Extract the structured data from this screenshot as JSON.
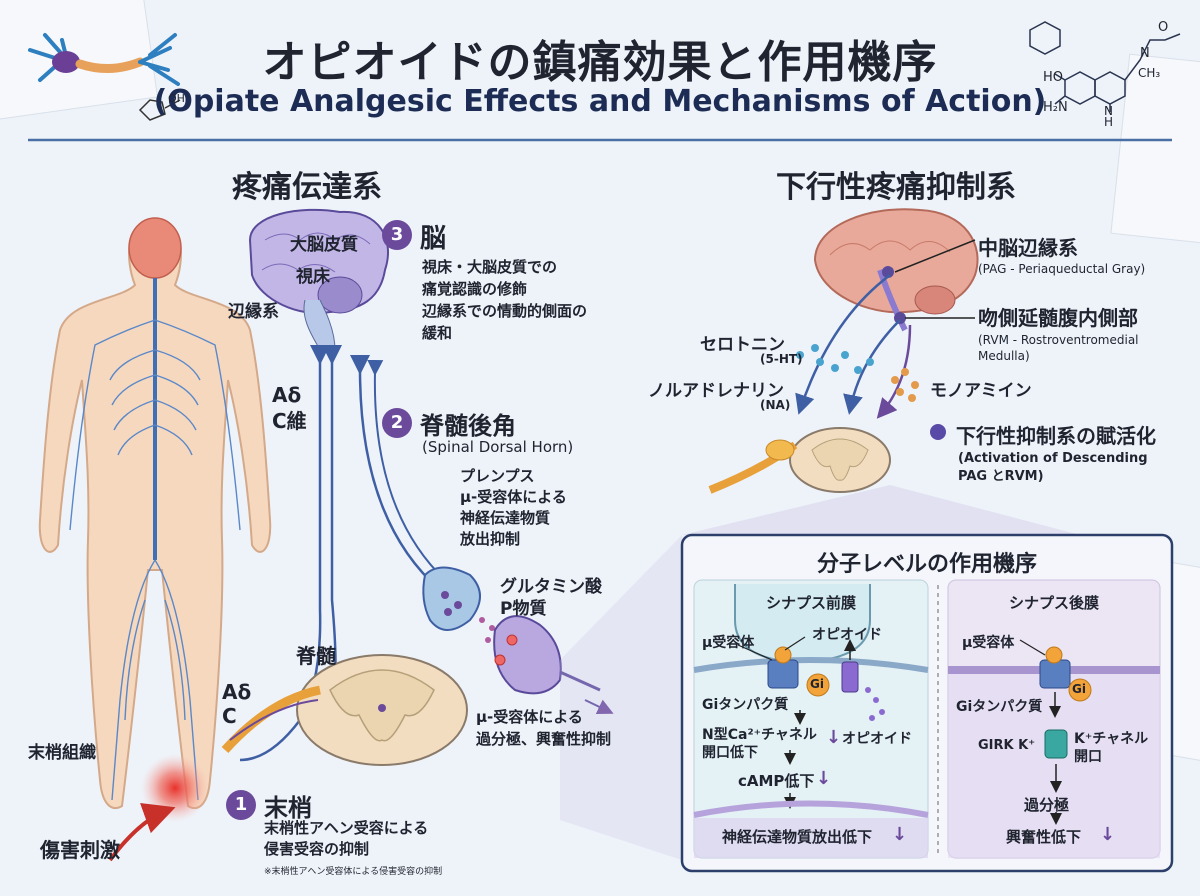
{
  "title": "オピオイドの鎮痛効果と作用機序",
  "subtitle": "(Opiate Analgesic Effects and Mechanisms of Action)",
  "colors": {
    "accent": "#6b4a9c",
    "nerve": "#3f6fb5",
    "red": "#d8332c",
    "divider": "#4a6fa5"
  },
  "left": {
    "heading": "疼痛伝達系",
    "brain_labels": {
      "cortex": "大脳皮質",
      "thalamus": "視床",
      "limbic": "辺縁系"
    },
    "fibers_upper": "Aδ\nC維",
    "fibers_lower": "Aδ\nC",
    "spinal_cord": "脊髄",
    "tissue": "末梢組織",
    "stimulus": "傷害刺激",
    "step3": {
      "num": "3",
      "title": "脳",
      "desc": "視床・大脳皮質での\n痛覚認識の修飾\n辺縁系での情動的側面の\n緩和"
    },
    "step2": {
      "num": "2",
      "title": "脊髄後角",
      "sub": "(Spinal Dorsal Horn)",
      "desc": "プレンプス\nμ-受容体による\n神経伝達物質\n放出抑制"
    },
    "transmitters": "グルタミン酸\nP物質",
    "post": "μ-受容体による\n過分極、興奮性抑制",
    "step1": {
      "num": "1",
      "title": "末梢",
      "desc": "末梢性アヘン受容による\n侵害受容の抑制",
      "note": "※末梢性アヘン受容体による侵害受容の抑制"
    }
  },
  "right": {
    "heading": "下行性疼痛抑制系",
    "pag": {
      "title": "中脳辺縁系",
      "sub": "(PAG - Periaqueductal Gray)"
    },
    "rvm": {
      "title": "吻側延髄腹内側部",
      "sub": "(RVM - Rostroventromedial\nMedulla)"
    },
    "serotonin": {
      "name": "セロトニン",
      "abbr": "(5-HT)"
    },
    "noradrenaline": {
      "name": "ノルアドレナリン",
      "abbr": "(NA)"
    },
    "monoamine": "モノアミイン",
    "activation": {
      "title": "下行性抑制系の賦活化",
      "sub": "(Activation of Descending\nPAG とRVM)"
    }
  },
  "molecular": {
    "heading": "分子レベルの作用機序",
    "pre": {
      "title": "シナプス前膜",
      "receptor": "μ受容体",
      "opioid": "オピオイド",
      "gi": "Gi",
      "gprotein": "Giタンパク質",
      "channel": "N型Ca²⁺チャネル\n開口低下",
      "opioid2": "オピオイド",
      "camp": "cAMP低下",
      "release": "神経伝達物質放出低下"
    },
    "post": {
      "title": "シナプス後膜",
      "receptor": "μ受容体",
      "gi": "Gi",
      "gprotein": "Giタンパク質",
      "girk": "GIRK K⁺",
      "kchannel": "K⁺チャネル\n開口",
      "hyper": "過分極",
      "excite": "興奮性低下"
    },
    "arrow": "↓"
  },
  "chem": {
    "ho": "HO",
    "h2n": "H₂N",
    "nh": "N\nH",
    "ch3": "CH₃",
    "n": "N",
    "o": "O",
    "ho2": "OH"
  }
}
